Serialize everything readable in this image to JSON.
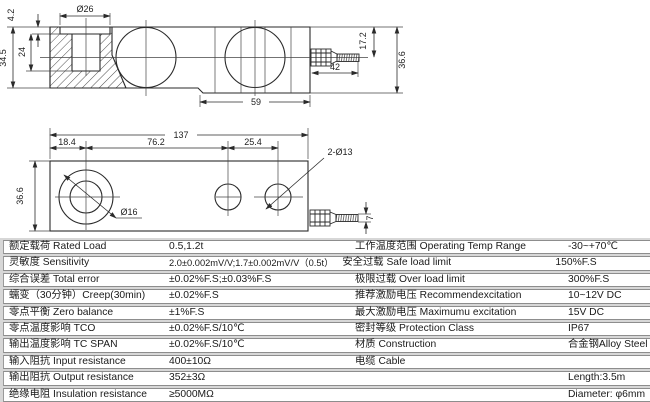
{
  "drawing": {
    "side_view": {
      "dims": {
        "counterbore_dia": "Ø26",
        "counterbore_depth": "4.2",
        "hole_depth": "24",
        "left_height": "34.5",
        "connector_height": "17.2",
        "right_height": "36.6",
        "connector_length": "42",
        "right_section_length": "59"
      }
    },
    "plan_view": {
      "dims": {
        "total_length": "137",
        "hole1_offset": "18.4",
        "hole_span": "76.2",
        "hole3_offset": "25.4",
        "width": "36.6",
        "center_hole_dia": "Ø16",
        "mount_holes": "2-Ø13",
        "cable_dia": "7"
      }
    }
  },
  "table": {
    "rows": [
      {
        "l_label": "额定载荷 Rated Load",
        "l_value": "0.5,1.2t",
        "r_label": "工作温度范围 Operating Temp Range",
        "r_value": "-30~+70℃"
      },
      {
        "l_label": "灵敏度 Sensitivity",
        "l_value": "2.0±0.002mV/V;1.7±0.002mV/V（0.5t）",
        "r_label": "安全过载 Safe load limit",
        "r_value": "150%F.S"
      },
      {
        "l_label": "综合误差 Total error",
        "l_value": "±0.02%F.S;±0.03%F.S",
        "r_label": "极限过载 Over load limit",
        "r_value": "300%F.S"
      },
      {
        "l_label": "蠕变（30分钟）Creep(30min)",
        "l_value": "±0.02%F.S",
        "r_label": "推荐激励电压 Recommendexcitation",
        "r_value": "10~12V DC"
      },
      {
        "l_label": "零点平衡 Zero balance",
        "l_value": "±1%F.S",
        "r_label": "最大激励电压 Maximumu excitation",
        "r_value": "15V DC"
      },
      {
        "l_label": "零点温度影响 TCO",
        "l_value": "±0.02%F.S/10℃",
        "r_label": "密封等级 Protection Class",
        "r_value": "IP67"
      },
      {
        "l_label": "输出温度影响 TC SPAN",
        "l_value": "±0.02%F.S/10℃",
        "r_label": "材质 Construction",
        "r_value": "合金钢Alloy Steel"
      },
      {
        "l_label": "输入阻抗 Input resistance",
        "l_value": "400±10Ω",
        "r_label": "电缆 Cable",
        "r_value": ""
      },
      {
        "l_label": "输出阻抗 Output resistance",
        "l_value": "352±3Ω",
        "r_label": "",
        "r_value": "Length:3.5m"
      },
      {
        "l_label": "绝缘电阻 Insulation resistance",
        "l_value": "≥5000MΩ",
        "r_label": "",
        "r_value": "Diameter: φ6mm"
      }
    ]
  }
}
